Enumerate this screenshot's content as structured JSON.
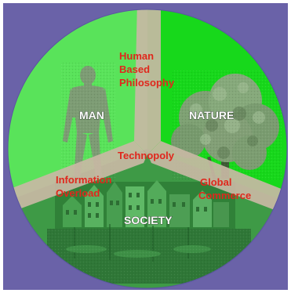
{
  "colors": {
    "background": "#6a62a8",
    "man_sector": "#59e35a",
    "nature_sector": "#17d81b",
    "society_sector": "#3e9a46",
    "divider": "#c8b9a4",
    "red_text": "#e0271c",
    "white_text": "#ffffff"
  },
  "segments": {
    "man": "MAN",
    "nature": "NATURE",
    "society": "SOCIETY"
  },
  "overlaps": {
    "human_based_philosophy": [
      "Human",
      "Based",
      "Philosophy"
    ],
    "information_overload": [
      "Information",
      "Overload"
    ],
    "global_commerce": [
      "Global",
      "Commerce"
    ],
    "center": "Technopoly"
  }
}
